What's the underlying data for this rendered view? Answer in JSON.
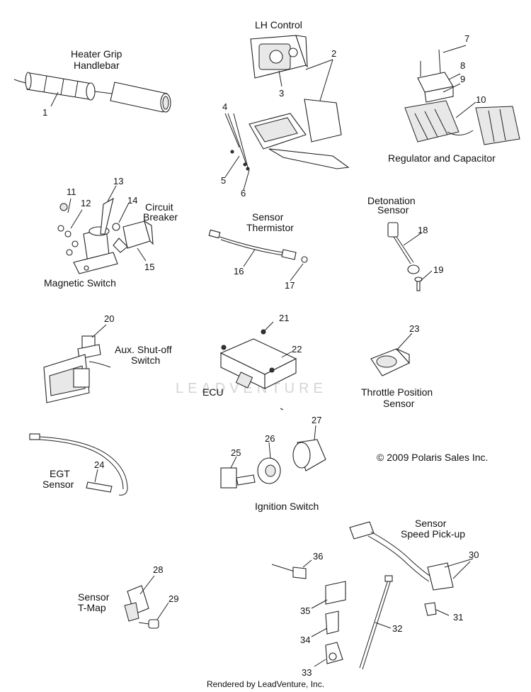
{
  "labels": {
    "heater_grip": "Heater Grip",
    "handlebar": "Handlebar",
    "lh_control": "LH Control",
    "regulator": "Regulator and Capacitor",
    "circuit": "Circuit",
    "breaker": "Breaker",
    "magnetic_switch": "Magnetic Switch",
    "sensor_thermistor_1": "Sensor",
    "sensor_thermistor_2": "Thermistor",
    "detonation": "Detonation",
    "detonation_sensor": "Sensor",
    "aux_1": "Aux. Shut-off",
    "aux_2": "Switch",
    "ecu": "ECU",
    "throttle_1": "Throttle Position",
    "throttle_2": "Sensor",
    "egt": "EGT",
    "egt_sensor": "Sensor",
    "ignition_switch": "Ignition Switch",
    "speed_1": "Sensor",
    "speed_2": "Speed Pick-up",
    "tmap_1": "Sensor",
    "tmap_2": "T-Map"
  },
  "copyright": "© 2009 Polaris Sales Inc.",
  "watermark": "LEADVENTURE",
  "footer": "Rendered by LeadVenture, Inc.",
  "callouts": [
    "1",
    "2",
    "3",
    "4",
    "5",
    "6",
    "7",
    "8",
    "9",
    "10",
    "11",
    "12",
    "13",
    "14",
    "15",
    "16",
    "17",
    "18",
    "19",
    "20",
    "21",
    "22",
    "23",
    "24",
    "25",
    "26",
    "27",
    "28",
    "29",
    "30",
    "31",
    "32",
    "33",
    "34",
    "35",
    "36"
  ]
}
